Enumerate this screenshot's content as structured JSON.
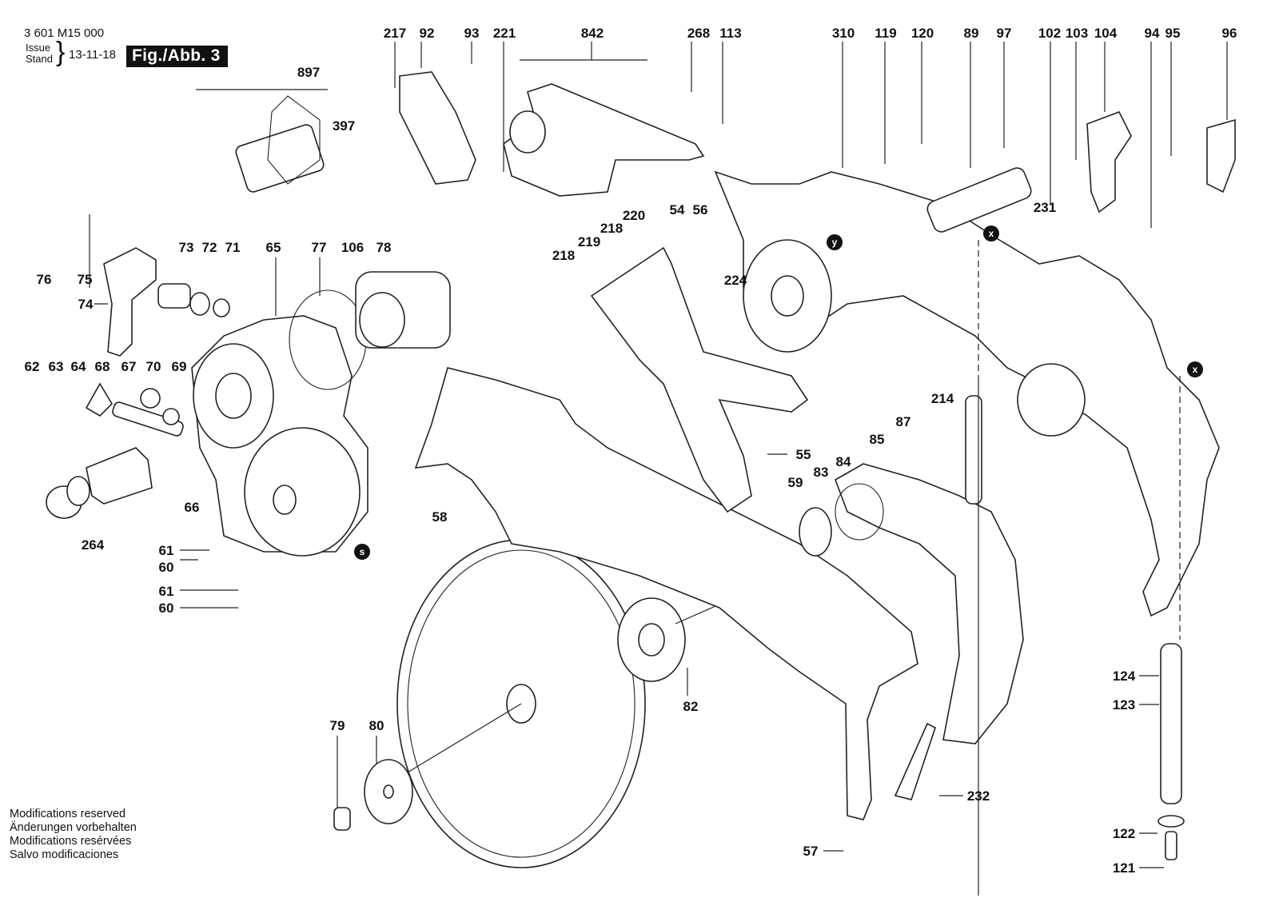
{
  "header": {
    "document_number": "3 601 M15 000",
    "issue_label_en": "Issue",
    "issue_label_de": "Stand",
    "issue_date": "13-11-18",
    "figure_label": "Fig./Abb. 3"
  },
  "footer_notes": [
    "Modifications reserved",
    "Änderungen vorbehalten",
    "Modifications resérvées",
    "Salvo modificaciones"
  ],
  "markers": [
    {
      "id": "y",
      "label": "y"
    },
    {
      "id": "x-top",
      "label": "x"
    },
    {
      "id": "x-right",
      "label": "x"
    },
    {
      "id": "s",
      "label": "s"
    }
  ],
  "part_labels": [
    "217",
    "92",
    "93",
    "221",
    "842",
    "268",
    "113",
    "310",
    "119",
    "120",
    "89",
    "97",
    "102",
    "103",
    "104",
    "94",
    "95",
    "96",
    "897",
    "397",
    "76",
    "75",
    "74",
    "73",
    "72",
    "71",
    "65",
    "77",
    "106",
    "78",
    "62",
    "63",
    "64",
    "68",
    "67",
    "70",
    "69",
    "66",
    "264",
    "61",
    "60",
    "61",
    "60",
    "218",
    "219",
    "218",
    "220",
    "54",
    "56",
    "224",
    "231",
    "55",
    "59",
    "58",
    "83",
    "84",
    "85",
    "87",
    "214",
    "82",
    "79",
    "80",
    "57",
    "232",
    "124",
    "123",
    "122",
    "121"
  ]
}
